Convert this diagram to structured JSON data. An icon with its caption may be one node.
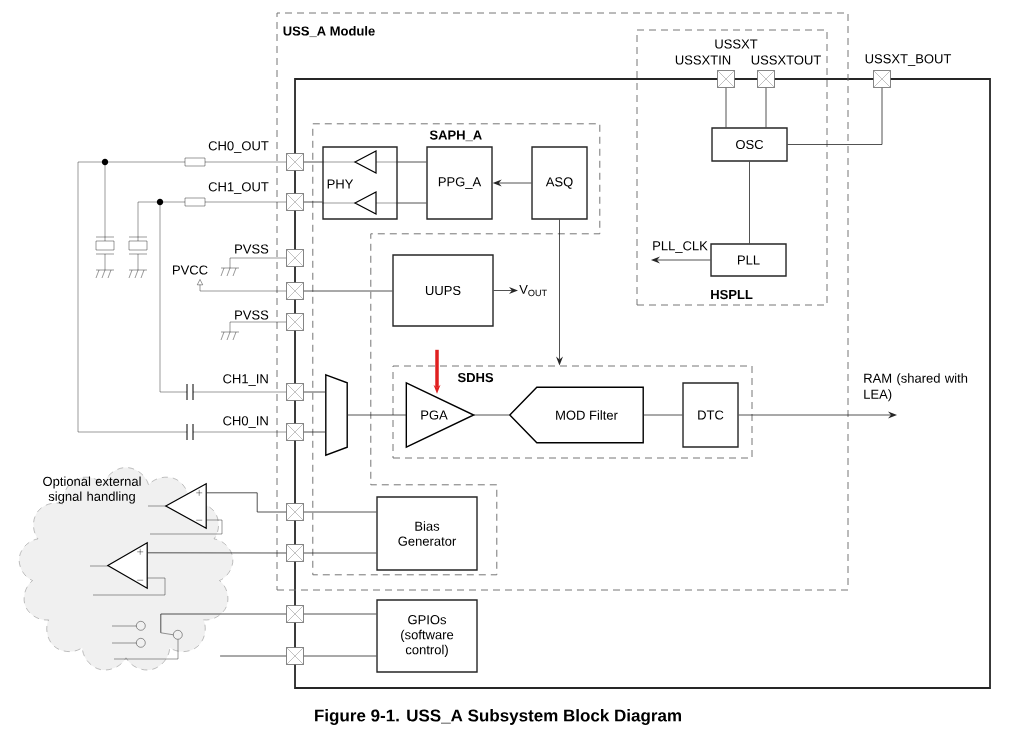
{
  "diagram": {
    "caption": "Figure 9-1. USS_A Subsystem Block Diagram",
    "nodes": [
      {
        "text": [],
        "shape": "box"
      },
      {
        "text": [
          "USS_A Module"
        ]
      },
      {
        "text": [
          "SAPH_A"
        ],
        "in": 1
      },
      {
        "text": [
          "PHY"
        ],
        "in": 2
      },
      {
        "text": [
          "PPG_A"
        ],
        "in": 2
      },
      {
        "text": [
          "ASQ"
        ],
        "in": 2
      },
      {
        "text": [
          "HSPLL"
        ],
        "in": 1
      },
      {
        "text": [
          "OSC"
        ],
        "in": 6
      },
      {
        "text": [
          "PLL"
        ],
        "in": 6
      },
      {
        "text": [
          "PLL_CLK"
        ],
        "in": 6
      },
      {
        "text": [
          "UUPS"
        ],
        "in": 1
      },
      {
        "text": [
          "V$_{OUT}$"
        ],
        "in": 1
      },
      {
        "text": [
          "SDHS"
        ],
        "in": 1
      },
      {
        "text": [
          "PGA"
        ],
        "in": 12
      },
      {
        "text": [
          "MOD Filter"
        ],
        "in": 12
      },
      {
        "text": [
          "DTC"
        ],
        "in": 12
      },
      {
        "text": [
          "RAM (shared with LEA)"
        ],
        "in": 0
      },
      {
        "text": [],
        "shape": "trapezoid",
        "in": 2
      },
      {
        "text": [
          "Bias Generator"
        ],
        "in": 2
      },
      {
        "text": [
          "GPIOs (software control)"
        ],
        "in": 0
      },
      {
        "text": [
          "Optional external signal handling"
        ]
      },
      {
        "text": [],
        "shape": "box",
        "beside": [
          "CH0_OUT"
        ],
        "in": 1
      },
      {
        "text": [],
        "shape": "box",
        "beside": [
          "CH1_OUT"
        ],
        "in": 1
      },
      {
        "text": [],
        "shape": "box",
        "beside": [
          "PVSS"
        ],
        "in": 1
      },
      {
        "text": [],
        "shape": "box",
        "in": 1
      },
      {
        "text": [],
        "shape": "box",
        "beside": [
          "PVSS"
        ],
        "in": 1
      },
      {
        "text": [],
        "shape": "box",
        "beside": [
          "CH1_IN"
        ],
        "in": 1
      },
      {
        "text": [],
        "shape": "box",
        "beside": [
          "CH0_IN"
        ],
        "in": 1
      },
      {
        "text": [],
        "shape": "box",
        "in": 1
      },
      {
        "text": [],
        "shape": "box",
        "in": 1
      },
      {
        "text": [],
        "shape": "box"
      },
      {
        "text": [],
        "shape": "box"
      },
      {
        "text": [],
        "shape": "box",
        "beside": [
          "USSXTIN"
        ],
        "in": 6
      },
      {
        "text": [],
        "shape": "box",
        "beside": [
          "USSXTOUT"
        ],
        "in": 6
      },
      {
        "text": [],
        "shape": "box",
        "beside": [
          "USSXT_BOUT"
        ]
      },
      {
        "text": [],
        "shape": "triangle",
        "in": 20
      },
      {
        "text": [],
        "shape": "triangle",
        "in": 20
      },
      {
        "text": [],
        "shape": "switch",
        "in": 20
      }
    ],
    "edges": [
      {
        "from": 4,
        "to": 3,
        "arrow": "none"
      },
      {
        "from": 4,
        "to": 3,
        "arrow": "none"
      },
      {
        "from": 3,
        "to": 21,
        "arrow": "none"
      },
      {
        "from": 3,
        "to": 22,
        "arrow": "none"
      },
      {
        "from": 5,
        "to": 4,
        "arrow": "to"
      },
      {
        "from": 5,
        "to": 12,
        "arrow": "to"
      },
      {
        "from": 24,
        "to": 10,
        "arrow": "none"
      },
      {
        "from": 10,
        "to": 11,
        "arrow": "to"
      },
      {
        "from": 26,
        "to": 17,
        "arrow": "none"
      },
      {
        "from": 27,
        "to": 17,
        "arrow": "none"
      },
      {
        "from": 17,
        "to": 13,
        "arrow": "none"
      },
      {
        "from": 13,
        "to": 14,
        "arrow": "none"
      },
      {
        "from": 14,
        "to": 15,
        "arrow": "none"
      },
      {
        "from": 15,
        "to": 16,
        "arrow": "to"
      },
      {
        "from": 28,
        "to": 18,
        "arrow": "none"
      },
      {
        "from": 29,
        "to": 18,
        "arrow": "none"
      },
      {
        "from": 30,
        "to": 19,
        "arrow": "none"
      },
      {
        "from": 31,
        "to": 19,
        "arrow": "none"
      },
      {
        "from": 32,
        "to": 7,
        "arrow": "none"
      },
      {
        "from": 33,
        "to": 7,
        "arrow": "none"
      },
      {
        "from": 34,
        "to": 7,
        "arrow": "none"
      },
      {
        "from": 7,
        "to": 8,
        "arrow": "none"
      },
      {
        "from": 8,
        "to": 9,
        "arrow": "to"
      },
      {
        "from": null,
        "to": 13,
        "arrow": "to",
        "style": "thick",
        "color": "#e02020"
      },
      {
        "from": 35,
        "to": 28,
        "arrow": "none"
      },
      {
        "from": 36,
        "to": 29,
        "arrow": "none"
      },
      {
        "from": 37,
        "to": 30,
        "arrow": "none"
      },
      {
        "from": 31,
        "to": null,
        "arrow": "none"
      }
    ],
    "labels": [
      "USSXT",
      "PVCC"
    ]
  }
}
